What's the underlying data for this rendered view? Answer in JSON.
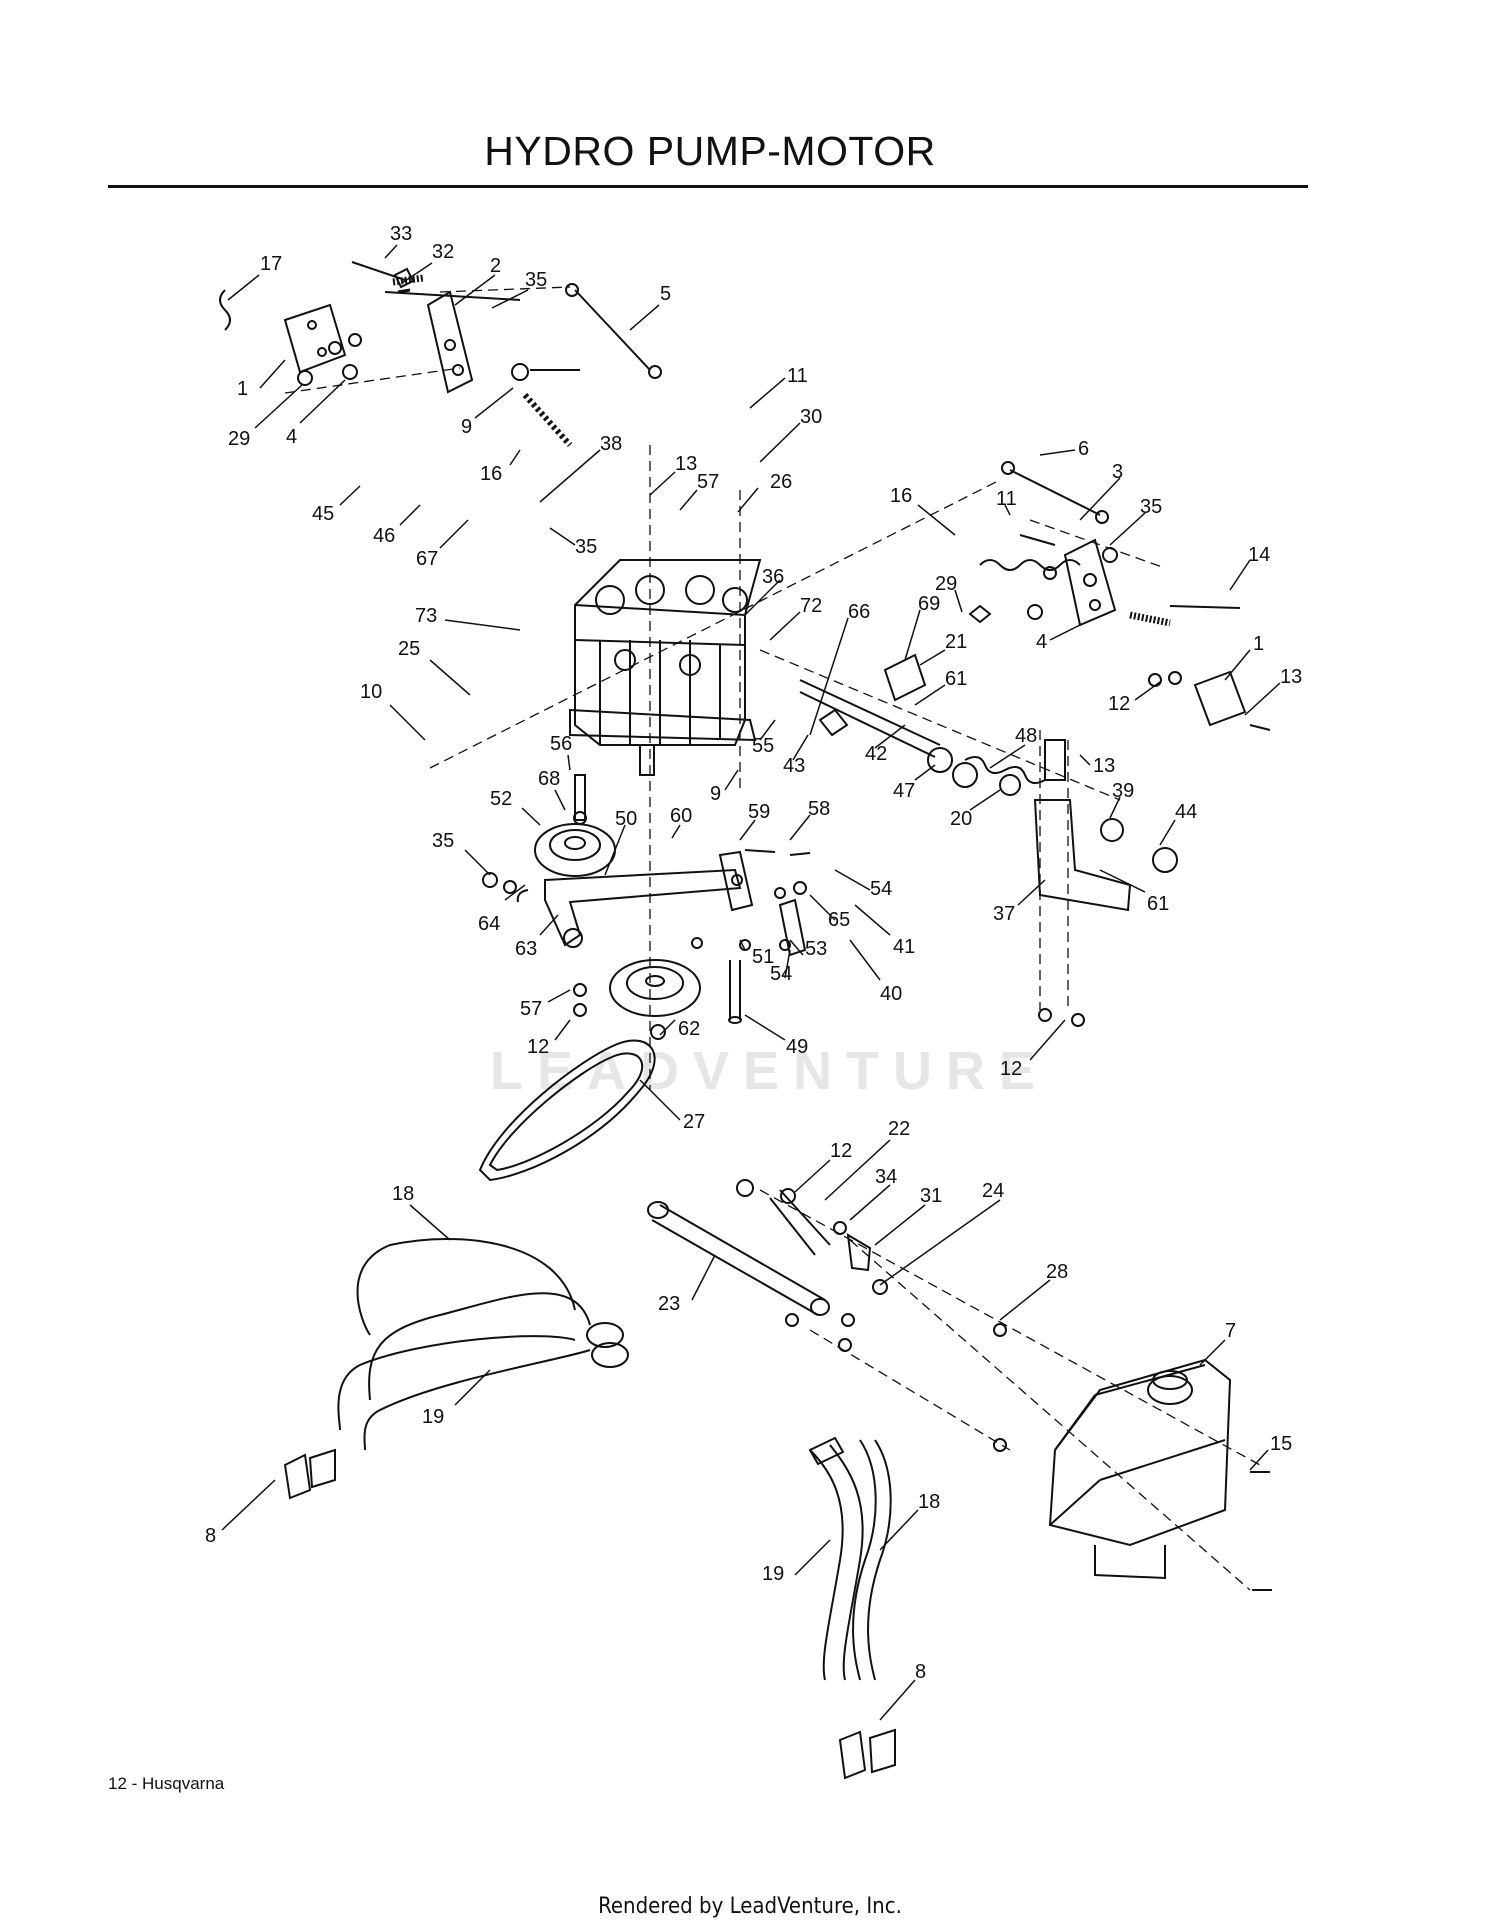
{
  "page": {
    "title": "HYDRO PUMP-MOTOR",
    "footer_page": "12 - Husqvarna",
    "footer_render": "Rendered by LeadVenture, Inc.",
    "watermark": "LEADVENTURE"
  },
  "callouts": [
    {
      "label": "33"
    },
    {
      "label": "32"
    },
    {
      "label": "17"
    },
    {
      "label": "2"
    },
    {
      "label": "35"
    },
    {
      "label": "5"
    },
    {
      "label": "1"
    },
    {
      "label": "29"
    },
    {
      "label": "4"
    },
    {
      "label": "9"
    },
    {
      "label": "16"
    },
    {
      "label": "11"
    },
    {
      "label": "30"
    },
    {
      "label": "38"
    },
    {
      "label": "13"
    },
    {
      "label": "57"
    },
    {
      "label": "26"
    },
    {
      "label": "45"
    },
    {
      "label": "46"
    },
    {
      "label": "67"
    },
    {
      "label": "35"
    },
    {
      "label": "6"
    },
    {
      "label": "3"
    },
    {
      "label": "16"
    },
    {
      "label": "11"
    },
    {
      "label": "35"
    },
    {
      "label": "14"
    },
    {
      "label": "36"
    },
    {
      "label": "73"
    },
    {
      "label": "72"
    },
    {
      "label": "66"
    },
    {
      "label": "69"
    },
    {
      "label": "29"
    },
    {
      "label": "4"
    },
    {
      "label": "25"
    },
    {
      "label": "21"
    },
    {
      "label": "61"
    },
    {
      "label": "1"
    },
    {
      "label": "13"
    },
    {
      "label": "12"
    },
    {
      "label": "10"
    },
    {
      "label": "55"
    },
    {
      "label": "43"
    },
    {
      "label": "42"
    },
    {
      "label": "56"
    },
    {
      "label": "68"
    },
    {
      "label": "52"
    },
    {
      "label": "9"
    },
    {
      "label": "47"
    },
    {
      "label": "48"
    },
    {
      "label": "20"
    },
    {
      "label": "13"
    },
    {
      "label": "39"
    },
    {
      "label": "44"
    },
    {
      "label": "35"
    },
    {
      "label": "50"
    },
    {
      "label": "60"
    },
    {
      "label": "59"
    },
    {
      "label": "58"
    },
    {
      "label": "64"
    },
    {
      "label": "63"
    },
    {
      "label": "54"
    },
    {
      "label": "65"
    },
    {
      "label": "41"
    },
    {
      "label": "37"
    },
    {
      "label": "61"
    },
    {
      "label": "51"
    },
    {
      "label": "53"
    },
    {
      "label": "40"
    },
    {
      "label": "54"
    },
    {
      "label": "57"
    },
    {
      "label": "12"
    },
    {
      "label": "62"
    },
    {
      "label": "49"
    },
    {
      "label": "12"
    },
    {
      "label": "27"
    },
    {
      "label": "12"
    },
    {
      "label": "22"
    },
    {
      "label": "34"
    },
    {
      "label": "31"
    },
    {
      "label": "24"
    },
    {
      "label": "18"
    },
    {
      "label": "23"
    },
    {
      "label": "28"
    },
    {
      "label": "7"
    },
    {
      "label": "19"
    },
    {
      "label": "15"
    },
    {
      "label": "8"
    },
    {
      "label": "18"
    },
    {
      "label": "19"
    },
    {
      "label": "8"
    }
  ]
}
